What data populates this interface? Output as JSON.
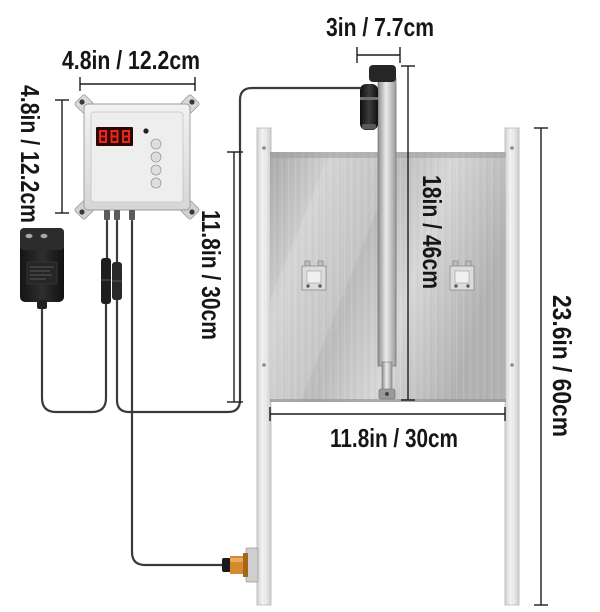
{
  "dimensions": {
    "actuator_width": "3in / 7.7cm",
    "controller_width": "4.8in / 12.2cm",
    "controller_height": "4.8in / 12.2cm",
    "door_panel_height": "11.8in / 30cm",
    "actuator_length": "18in / 46cm",
    "frame_height": "23.6in / 60cm",
    "door_panel_width": "11.8in / 30cm"
  },
  "colors": {
    "led": "#e8261c",
    "sensor_body": "#d58b2b",
    "cable": "#3a3a3a",
    "dimension_line": "#1c1c1c"
  }
}
